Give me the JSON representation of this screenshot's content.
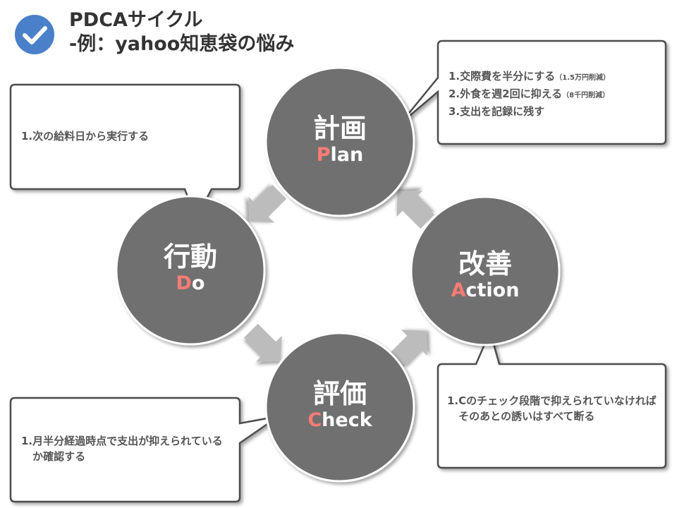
{
  "header": {
    "title_line1": "PDCAサイクル",
    "title_line2": "-例：yahoo知恵袋の悩み",
    "badge_color": "#4a7fc9",
    "badge_icon": "check-icon"
  },
  "colors": {
    "circle_fill": "#6f6f6f",
    "circle_border": "#ffffff",
    "initial_color": "#ff7b73",
    "arrow_fill": "#bcbcbc",
    "note_border": "#4d4d4d"
  },
  "cycle": {
    "plan": {
      "kanji": "計画",
      "initial": "P",
      "rest": "lan"
    },
    "do": {
      "kanji": "行動",
      "initial": "D",
      "rest": "o"
    },
    "check": {
      "kanji": "評価",
      "initial": "C",
      "rest": "heck"
    },
    "action": {
      "kanji": "改善",
      "initial": "A",
      "rest": "ction"
    }
  },
  "notes": {
    "plan": [
      {
        "num": "1.",
        "text": "交際費を半分にする",
        "small": "（1.5万円削減）"
      },
      {
        "num": "2.",
        "text": "外食を週2回に抑える",
        "small": "（8千円削減）"
      },
      {
        "num": "3.",
        "text": "支出を記録に残す",
        "small": ""
      }
    ],
    "do": [
      {
        "num": "1.",
        "text": "次の給料日から実行する"
      }
    ],
    "check": [
      {
        "num": "1.",
        "text": "月半分経過時点で支出が抑えられているか確認する"
      }
    ],
    "action": [
      {
        "num": "1.",
        "text": "Cのチェック段階で抑えられていなければそのあとの誘いはすべて断る"
      }
    ]
  }
}
